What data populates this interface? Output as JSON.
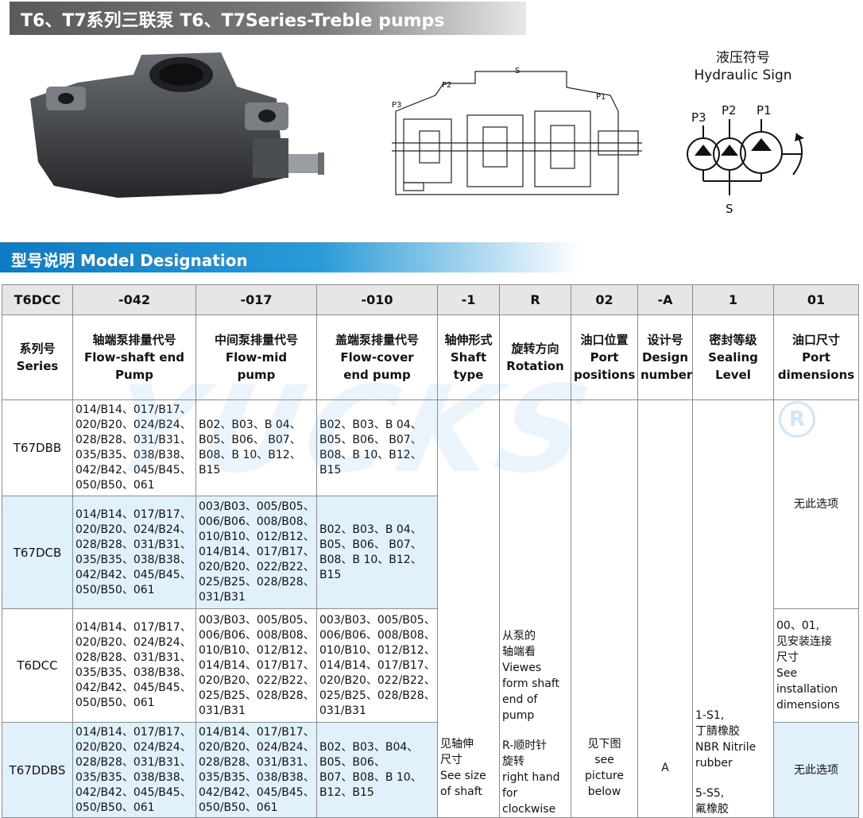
{
  "page": {
    "title": "T6、T7系列三联泵 T6、T7Series-Treble pumps",
    "section_title": "型号说明 Model Designation",
    "watermark": "YUCKS"
  },
  "hydraulic_sign": {
    "title_cn": "液压符号",
    "title_en": "Hydraulic Sign",
    "labels": {
      "p1": "P1",
      "p2": "P2",
      "p3": "P3",
      "s": "S"
    }
  },
  "section_drawing": {
    "labels": {
      "p1": "P1",
      "p2": "P2",
      "p3": "P3",
      "s": "S"
    }
  },
  "table": {
    "codes": [
      "T6DCC",
      "-042",
      "-017",
      "-010",
      "-1",
      "R",
      "02",
      "-A",
      "1",
      "01"
    ],
    "headers": [
      [
        "系列号",
        "Series"
      ],
      [
        "轴端泵排量代号",
        "Flow-shaft end",
        "Pump"
      ],
      [
        "中间泵排量代号",
        "Flow-mid",
        "pump"
      ],
      [
        "盖端泵排量代号",
        "Flow-cover",
        "end pump"
      ],
      [
        "轴伸形式",
        "Shaft",
        "type"
      ],
      [
        "旋转方向",
        "Rotation"
      ],
      [
        "油口位置",
        "Port",
        "positions"
      ],
      [
        "设计号",
        "Design",
        "number"
      ],
      [
        "密封等级",
        "Sealing",
        "Level"
      ],
      [
        "油口尺寸",
        "Port",
        "dimensions"
      ]
    ],
    "rows": [
      {
        "series": "T67DBB",
        "shaft_end": [
          "014/B14、017/B17、",
          "020/B20、024/B24、",
          "028/B28、031/B31、",
          "035/B35、038/B38、",
          "042/B42、045/B45、",
          "050/B50、061"
        ],
        "mid": [
          "B02、B03、B 04、",
          "B05、B06、 B07、",
          "B08、B 10、B12、",
          "B15"
        ],
        "cover": [
          "B02、B03、B 04、",
          "B05、B06、 B07、",
          "B08、B 10、B12、",
          "B15"
        ]
      },
      {
        "series": "T67DCB",
        "shaft_end": [
          "014/B14、017/B17、",
          "020/B20、024/B24、",
          "028/B28、031/B31、",
          "035/B35、038/B38、",
          "042/B42、045/B45、",
          "050/B50、061"
        ],
        "mid": [
          "003/B03、005/B05、",
          "006/B06、008/B08、",
          "010/B10、012/B12、",
          "014/B14、017/B17、",
          "020/B20、022/B22、",
          "025/B25、028/B28、",
          "031/B31"
        ],
        "cover": [
          "B02、B03、B 04、",
          "B05、B06、 B07、",
          "B08、B 10、B12、",
          "B15"
        ]
      },
      {
        "series": "T6DCC",
        "shaft_end": [
          "014/B14、017/B17、",
          "020/B20、024/B24、",
          "028/B28、031/B31、",
          "035/B35、038/B38、",
          "042/B42、045/B45、",
          "050/B50、061"
        ],
        "mid": [
          "003/B03、005/B05、",
          "006/B06、008/B08、",
          "010/B10、012/B12、",
          "014/B14、017/B17、",
          "020/B20、022/B22、",
          "025/B25、028/B28、",
          "031/B31"
        ],
        "cover": [
          "003/B03、005/B05、",
          "006/B06、008/B08、",
          "010/B10、012/B12、",
          "014/B14、017/B17、",
          "020/B20、022/B22、",
          "025/B25、028/B28、",
          "031/B31"
        ]
      },
      {
        "series": "T67DDBS",
        "shaft_end": [
          "014/B14、017/B17、",
          "020/B20、024/B24、",
          "028/B28、031/B31、",
          "035/B35、038/B38、",
          "042/B42、045/B45、",
          "050/B50、061"
        ],
        "mid": [
          "014/B14、017/B17、",
          "020/B20、024/B24、",
          "028/B28、031/B31、",
          "035/B35、038/B38、",
          "042/B42、045/B45、",
          "050/B50、061"
        ],
        "cover": [
          "B02、B03、B04、",
          "B05、B06、",
          "B07、B08、B 10、",
          "B12、B15"
        ]
      }
    ],
    "shaft_type_note": [
      "见轴伸",
      "尺寸",
      "See size",
      "of shaft"
    ],
    "rotation_note": [
      "从泵的",
      "轴端看",
      "Viewes",
      "form shaft",
      "end of",
      "pump",
      "",
      "R-顺时针",
      "旋转",
      "right hand",
      "for",
      "clockwise"
    ],
    "port_position_note": [
      "见下图",
      "see",
      "picture",
      "below"
    ],
    "design_number_value": "A",
    "sealing_note": [
      "1-S1,",
      "丁腈橡胶",
      "NBR Nitrile",
      "rubber",
      "",
      "5-S5,",
      "氟橡胶"
    ],
    "port_dim_none_1": "无此选项",
    "port_dim_note": [
      "00、01,",
      "见安装连接",
      "尺寸",
      "See",
      "installation",
      "dimensions"
    ],
    "port_dim_none_2": "无此选项"
  }
}
